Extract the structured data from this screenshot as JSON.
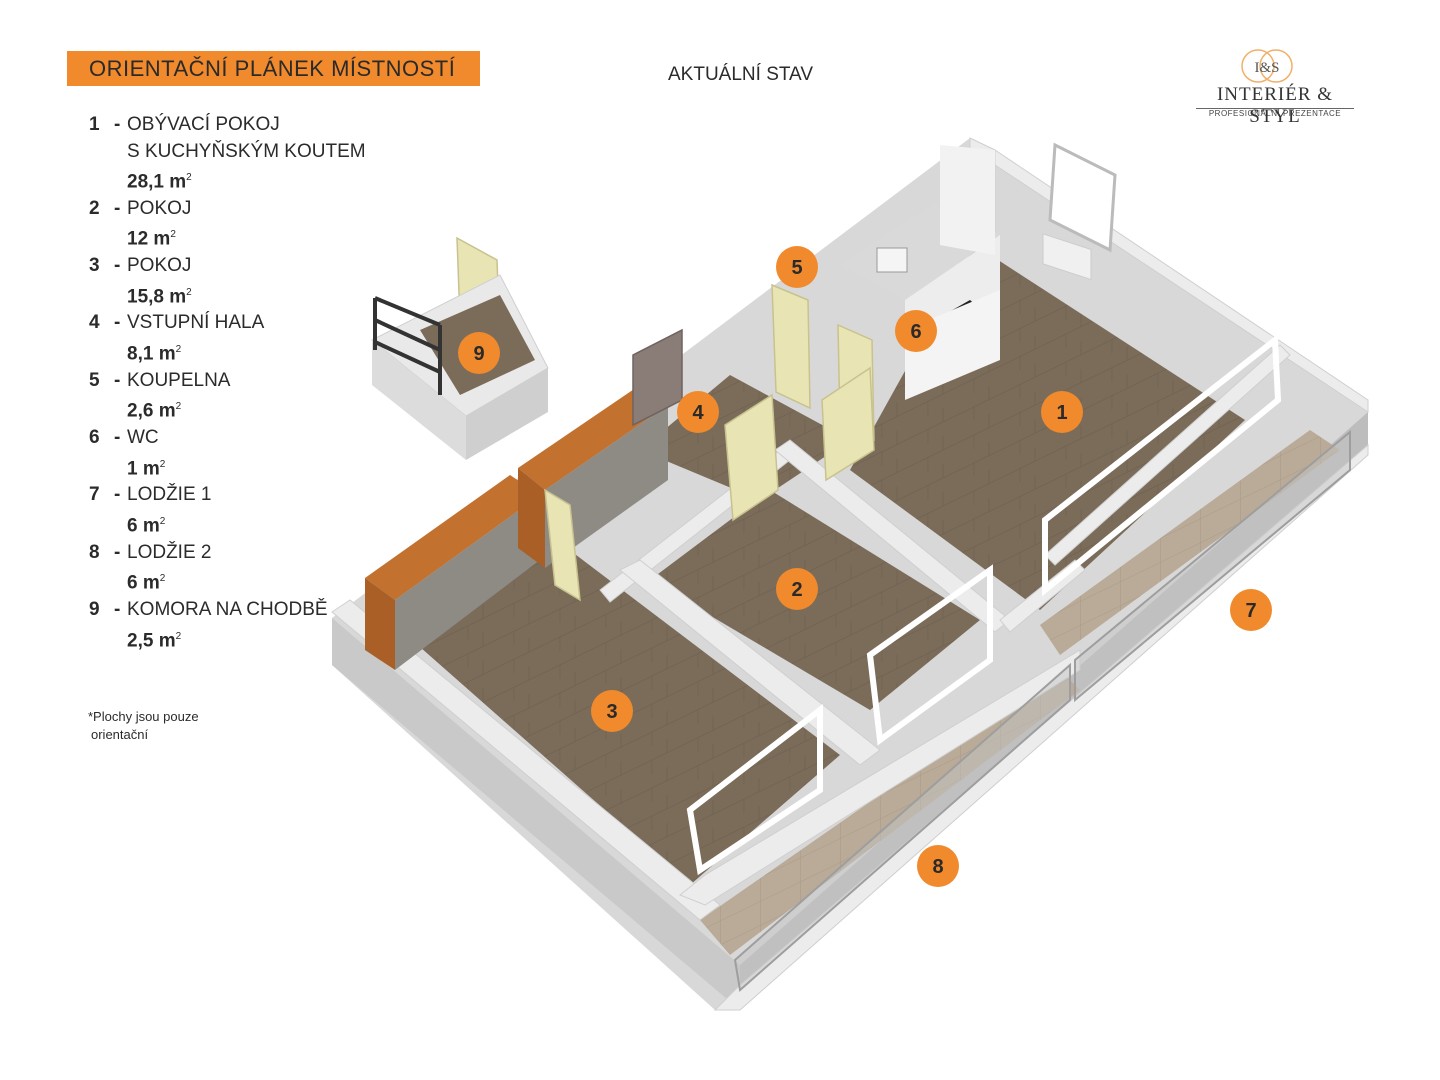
{
  "header": {
    "title": "ORIENTAČNÍ PLÁNEK MÍSTNOSTÍ",
    "subtitle": "AKTUÁLNÍ STAV"
  },
  "logo": {
    "monogram": "I&S",
    "name": "INTERIÉR & STYL",
    "tagline": "PROFESIONÁLNÍ PREZENTACE"
  },
  "rooms": [
    {
      "num": "1",
      "name": "OBÝVACÍ POKOJ",
      "name2": "S KUCHYŇSKÝM KOUTEM",
      "area": "28,1 m",
      "sup": "2"
    },
    {
      "num": "2",
      "name": "POKOJ",
      "area": "12 m",
      "sup": "2"
    },
    {
      "num": "3",
      "name": "POKOJ",
      "area": "15,8 m",
      "sup": "2"
    },
    {
      "num": "4",
      "name": "VSTUPNÍ HALA",
      "area": "8,1 m",
      "sup": "2"
    },
    {
      "num": "5",
      "name": "KOUPELNA",
      "area": "2,6 m",
      "sup": "2"
    },
    {
      "num": "6",
      "name": "WC",
      "area": "1 m",
      "sup": "2"
    },
    {
      "num": "7",
      "name": "LODŽIE 1",
      "area": "6 m",
      "sup": "2"
    },
    {
      "num": "8",
      "name": "LODŽIE 2",
      "area": "6 m",
      "sup": "2"
    },
    {
      "num": "9",
      "name": "KOMORA NA CHODBĚ",
      "area": "2,5 m",
      "sup": "2"
    }
  ],
  "legend_dash": "-",
  "footnote": {
    "line1": "*Plochy jsou pouze",
    "line2": "orientační"
  },
  "plan_badges": [
    "1",
    "2",
    "3",
    "4",
    "5",
    "6",
    "7",
    "8",
    "9"
  ],
  "colors": {
    "accent": "#f08a2c",
    "floor": "#7d6f5e",
    "wall": "#e9e9e9",
    "wardrobe": "#b8652c",
    "door": "#e8e2b0"
  }
}
